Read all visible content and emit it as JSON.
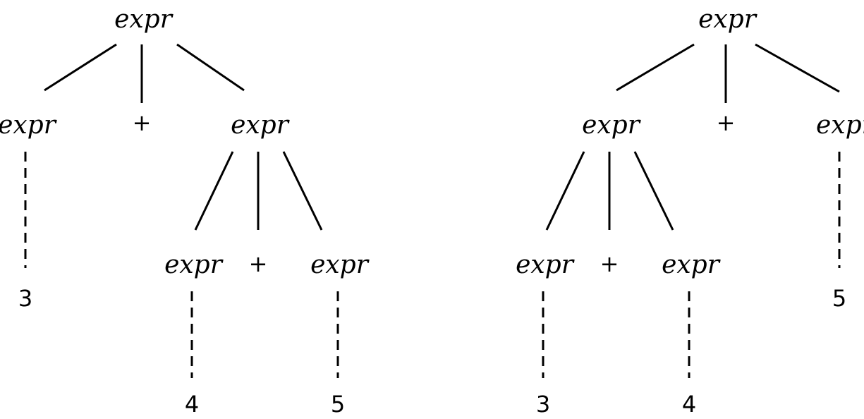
{
  "trees": [
    {
      "id": "left",
      "nodes": [
        {
          "id": "L-root",
          "label": "expr",
          "kind": "nonterminal"
        },
        {
          "id": "L-a",
          "label": "expr",
          "kind": "nonterminal"
        },
        {
          "id": "L-plus1",
          "label": "+",
          "kind": "terminal"
        },
        {
          "id": "L-b",
          "label": "expr",
          "kind": "nonterminal"
        },
        {
          "id": "L-3",
          "label": "3",
          "kind": "terminal"
        },
        {
          "id": "L-c",
          "label": "expr",
          "kind": "nonterminal"
        },
        {
          "id": "L-plus2",
          "label": "+",
          "kind": "terminal"
        },
        {
          "id": "L-d",
          "label": "expr",
          "kind": "nonterminal"
        },
        {
          "id": "L-4",
          "label": "4",
          "kind": "terminal"
        },
        {
          "id": "L-5",
          "label": "5",
          "kind": "terminal"
        }
      ],
      "edges": [
        {
          "from": "L-root",
          "to": "L-a",
          "style": "solid"
        },
        {
          "from": "L-root",
          "to": "L-plus1",
          "style": "solid"
        },
        {
          "from": "L-root",
          "to": "L-b",
          "style": "solid"
        },
        {
          "from": "L-a",
          "to": "L-3",
          "style": "dashed"
        },
        {
          "from": "L-b",
          "to": "L-c",
          "style": "solid"
        },
        {
          "from": "L-b",
          "to": "L-plus2",
          "style": "solid"
        },
        {
          "from": "L-b",
          "to": "L-d",
          "style": "solid"
        },
        {
          "from": "L-c",
          "to": "L-4",
          "style": "dashed"
        },
        {
          "from": "L-d",
          "to": "L-5",
          "style": "dashed"
        }
      ]
    },
    {
      "id": "right",
      "nodes": [
        {
          "id": "R-root",
          "label": "expr",
          "kind": "nonterminal"
        },
        {
          "id": "R-a",
          "label": "expr",
          "kind": "nonterminal"
        },
        {
          "id": "R-plus1",
          "label": "+",
          "kind": "terminal"
        },
        {
          "id": "R-b",
          "label": "expr",
          "kind": "nonterminal"
        },
        {
          "id": "R-c",
          "label": "expr",
          "kind": "nonterminal"
        },
        {
          "id": "R-plus2",
          "label": "+",
          "kind": "terminal"
        },
        {
          "id": "R-d",
          "label": "expr",
          "kind": "nonterminal"
        },
        {
          "id": "R-5",
          "label": "5",
          "kind": "terminal"
        },
        {
          "id": "R-3",
          "label": "3",
          "kind": "terminal"
        },
        {
          "id": "R-4",
          "label": "4",
          "kind": "terminal"
        }
      ],
      "edges": [
        {
          "from": "R-root",
          "to": "R-a",
          "style": "solid"
        },
        {
          "from": "R-root",
          "to": "R-plus1",
          "style": "solid"
        },
        {
          "from": "R-root",
          "to": "R-b",
          "style": "solid"
        },
        {
          "from": "R-a",
          "to": "R-c",
          "style": "solid"
        },
        {
          "from": "R-a",
          "to": "R-plus2",
          "style": "solid"
        },
        {
          "from": "R-a",
          "to": "R-d",
          "style": "solid"
        },
        {
          "from": "R-b",
          "to": "R-5",
          "style": "dashed"
        },
        {
          "from": "R-c",
          "to": "R-3",
          "style": "dashed"
        },
        {
          "from": "R-d",
          "to": "R-4",
          "style": "dashed"
        }
      ]
    }
  ],
  "colors": {
    "ink": "#000000",
    "background": "#ffffff"
  }
}
